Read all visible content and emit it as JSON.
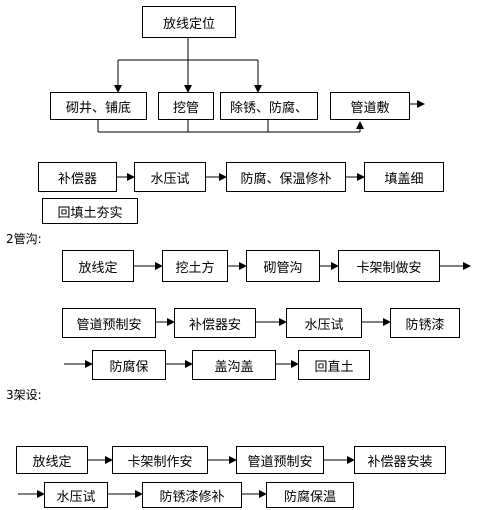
{
  "section1": {
    "top": "放线定位",
    "row1": [
      "砌井、铺底",
      "挖管",
      "除锈、防腐、",
      "管道敷"
    ],
    "row2": [
      "补偿器",
      "水压试",
      "防腐、保温修补",
      "填盖细"
    ],
    "row3": [
      "回填土夯实"
    ]
  },
  "section2": {
    "heading": "2管沟:",
    "row1": [
      "放线定",
      "挖土方",
      "砌管沟",
      "卡架制做安"
    ],
    "row2": [
      "管道预制安",
      "补偿器安",
      "水压试",
      "防锈漆"
    ],
    "row3": [
      "防腐保",
      "盖沟盖",
      "回直土"
    ]
  },
  "section3": {
    "heading": "3架设:",
    "row1": [
      "放线定",
      "卡架制作安",
      "管道预制安",
      "补偿器安装"
    ],
    "row2": [
      "水压试",
      "防锈漆修补",
      "防腐保温"
    ]
  },
  "colors": {
    "stroke": "#000000",
    "background": "#ffffff"
  }
}
